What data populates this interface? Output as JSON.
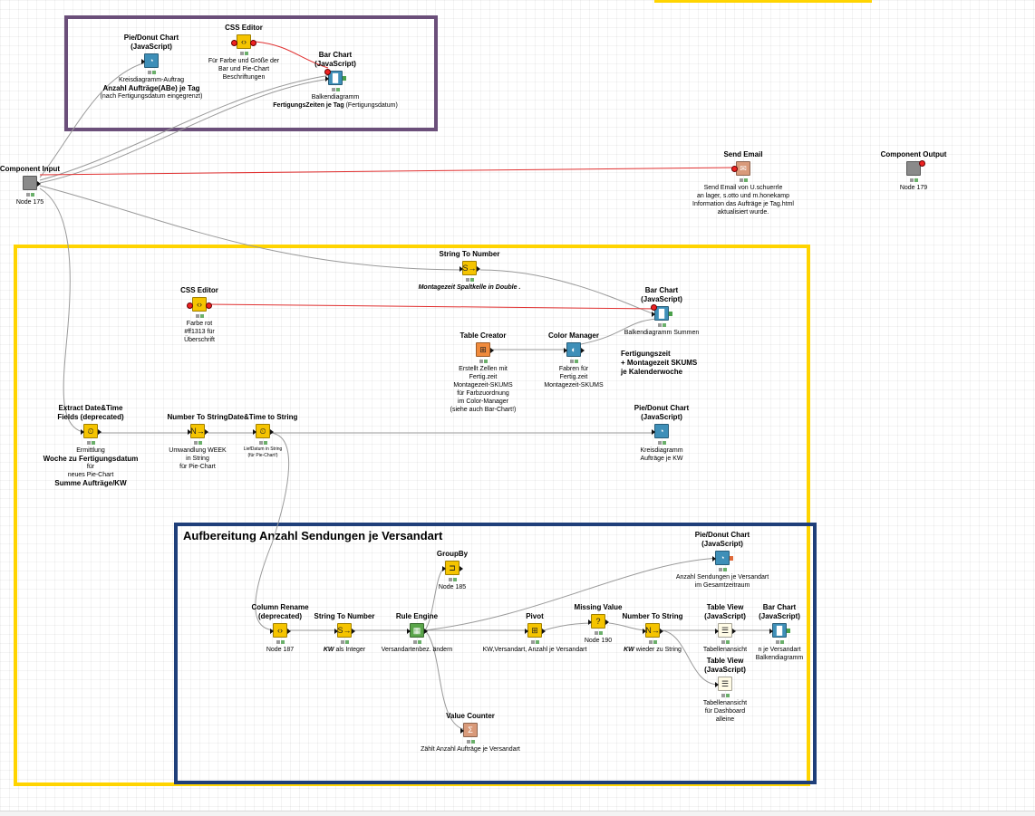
{
  "annotations": {
    "sendungen_title": "Aufbereitung Anzahl Sendungen je Versandart"
  },
  "colors": {
    "purple_annotation": "#6b4f7a",
    "yellow_annotation": "#ffd400",
    "blue_annotation": "#1f3f7a",
    "red_connection": "#e03030",
    "gray_connection": "#9a9a9a"
  },
  "nodes": {
    "pie_top": {
      "title": "Pie/Donut Chart\n(JavaScript)",
      "icon": "◔",
      "caption": "Kreisdiagramm-Auftrag",
      "caption_bold": "Anzahl Aufträge(ABe) je Tag",
      "caption2": "(nach Fertigungsdatum eingegrenzt)"
    },
    "css_top": {
      "title": "CSS Editor",
      "icon": "‹›",
      "caption": "Für Farbe und Größe der\nBar und Pie-Chart\nBeschriftungen"
    },
    "bar_top": {
      "title": "Bar Chart\n(JavaScript)",
      "icon": "▐▌",
      "caption": "Balkendiagramm",
      "caption_bold": "FertigungsZeiten je Tag",
      "caption2": "(Fertigungsdatum)"
    },
    "component_input": {
      "title": "Component Input",
      "caption": "Node 175"
    },
    "send_email": {
      "title": "Send Email",
      "caption": "Send Email von U.schuerrle\nan lager, s.otto und m.honekamp\nInformation das Aufträge je Tag.html\naktualisiert wurde."
    },
    "component_output": {
      "title": "Component Output",
      "caption": "Node 179"
    },
    "string_to_number_top": {
      "title": "String To Number",
      "icon": "S→",
      "caption": "Montagezeit Spaltkelle   in Double ."
    },
    "css_mid": {
      "title": "CSS Editor",
      "icon": "‹›",
      "caption": "Farbe rot\n#ff1313 für\nÜberschrift"
    },
    "bar_mid": {
      "title": "Bar Chart\n(JavaScript)",
      "icon": "▐▌",
      "caption": "Balkendiagramm Summen"
    },
    "table_creator": {
      "title": "Table Creator",
      "icon": "⊞",
      "caption": "Erstellt Zellen mit\nFertig.zeit\nMontagezeit-SKUMS\nfür Farbzuordnung\nim Color-Manager\n(siehe auch Bar-Chart!)"
    },
    "color_manager": {
      "title": "Color Manager",
      "icon": "◐",
      "caption": "Fabren für\nFertig.zeit\nMontagezeit-SKUMS"
    },
    "color_note": {
      "text": "Fertigungszeit\n+ Montagezeit SKUMS\nje Kalenderwoche"
    },
    "extract_date": {
      "title": "Extract Date&Time\nFields (deprecated)",
      "icon": "⏲",
      "caption": "Ermittlung",
      "caption_bold": "Woche zu Fertigungsdatum",
      "caption2": "für\nneues Pie-Chart",
      "caption3": "Summe Aufträge/KW"
    },
    "number_to_string_mid": {
      "title": "Number To String",
      "icon": "N→",
      "caption": "Umwandlung WEEK\nin String\nfür Pie-Chart"
    },
    "date_to_string": {
      "title": "Date&Time to String",
      "icon": "⏲",
      "caption": "LiefDatum in String\n(für Pie-Chart!)"
    },
    "pie_mid": {
      "title": "Pie/Donut Chart\n(JavaScript)",
      "icon": "◔",
      "caption": "Kreisdiagramm\nAufträge je KW"
    },
    "pie_low": {
      "title": "Pie/Donut Chart\n(JavaScript)",
      "icon": "◔",
      "caption": "Anzahl Sendungen je Versandart\nim Gesamtzeitraum"
    },
    "groupby": {
      "title": "GroupBy",
      "icon": "⊐",
      "caption": "Node 185"
    },
    "column_rename": {
      "title": "Column Rename\n(deprecated)",
      "icon": "‹›",
      "caption": "Node 187"
    },
    "string_to_number_low": {
      "title": "String To Number",
      "icon": "S→",
      "caption_bold": "KW",
      "caption": " als Integer"
    },
    "rule_engine": {
      "title": "Rule Engine",
      "icon": "▦",
      "caption": "Versandartenbez. ändern"
    },
    "pivot": {
      "title": "Pivot",
      "icon": "⊞",
      "caption": "KW,Versandart, Anzahl je Versandart"
    },
    "missing_value": {
      "title": "Missing Value",
      "icon": "?",
      "caption": "Node 190"
    },
    "number_to_string_low": {
      "title": "Number To String",
      "icon": "N→",
      "caption_bold": "KW",
      "caption": " wieder zu String"
    },
    "table_view_1": {
      "title": "Table View\n(JavaScript)",
      "icon": "☰",
      "caption": "Tabellenansicht"
    },
    "bar_low": {
      "title": "Bar Chart\n(JavaScript)",
      "icon": "▐▌",
      "caption": "n je Versandart\nBalkendiagramm"
    },
    "table_view_2": {
      "title": "Table View\n(JavaScript)",
      "icon": "☰",
      "caption": "Tabellenansicht\nfür Dashboard\nalleine"
    },
    "value_counter": {
      "title": "Value Counter",
      "icon": "Σ",
      "caption": "Zählt Anzahl Aufträge je Versandart"
    }
  }
}
